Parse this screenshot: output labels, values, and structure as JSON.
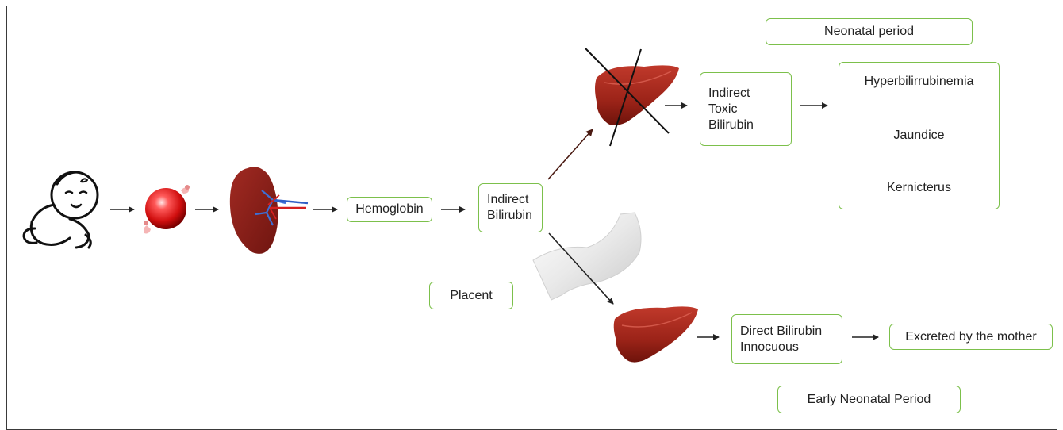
{
  "labels": {
    "neonatal_period": "Neonatal period",
    "hemoglobin": "Hemoglobin",
    "indirect_bilirubin": [
      "Indirect",
      "Bilirubin"
    ],
    "indirect_toxic_bilirubin": [
      "Indirect",
      "Toxic",
      "Bilirubin"
    ],
    "hyper_chain": [
      "Hyperbilirrubinemia",
      "Jaundice",
      "Kernicterus"
    ],
    "placent": "Placent",
    "direct_bilirubin": [
      "Direct Bilirubin",
      "Innocuous"
    ],
    "excreted": "Excreted by the mother",
    "early_neonatal_period": "Early Neonatal Period"
  },
  "icons": [
    "baby-icon",
    "red-blood-cell-icon",
    "spleen-icon",
    "liver-icon",
    "placenta-icon"
  ],
  "colors": {
    "box_border": "#7cc04b",
    "organ_red": "#9b2318",
    "arrow": "#222222",
    "diagonal_arrow": "#4a1a12"
  }
}
